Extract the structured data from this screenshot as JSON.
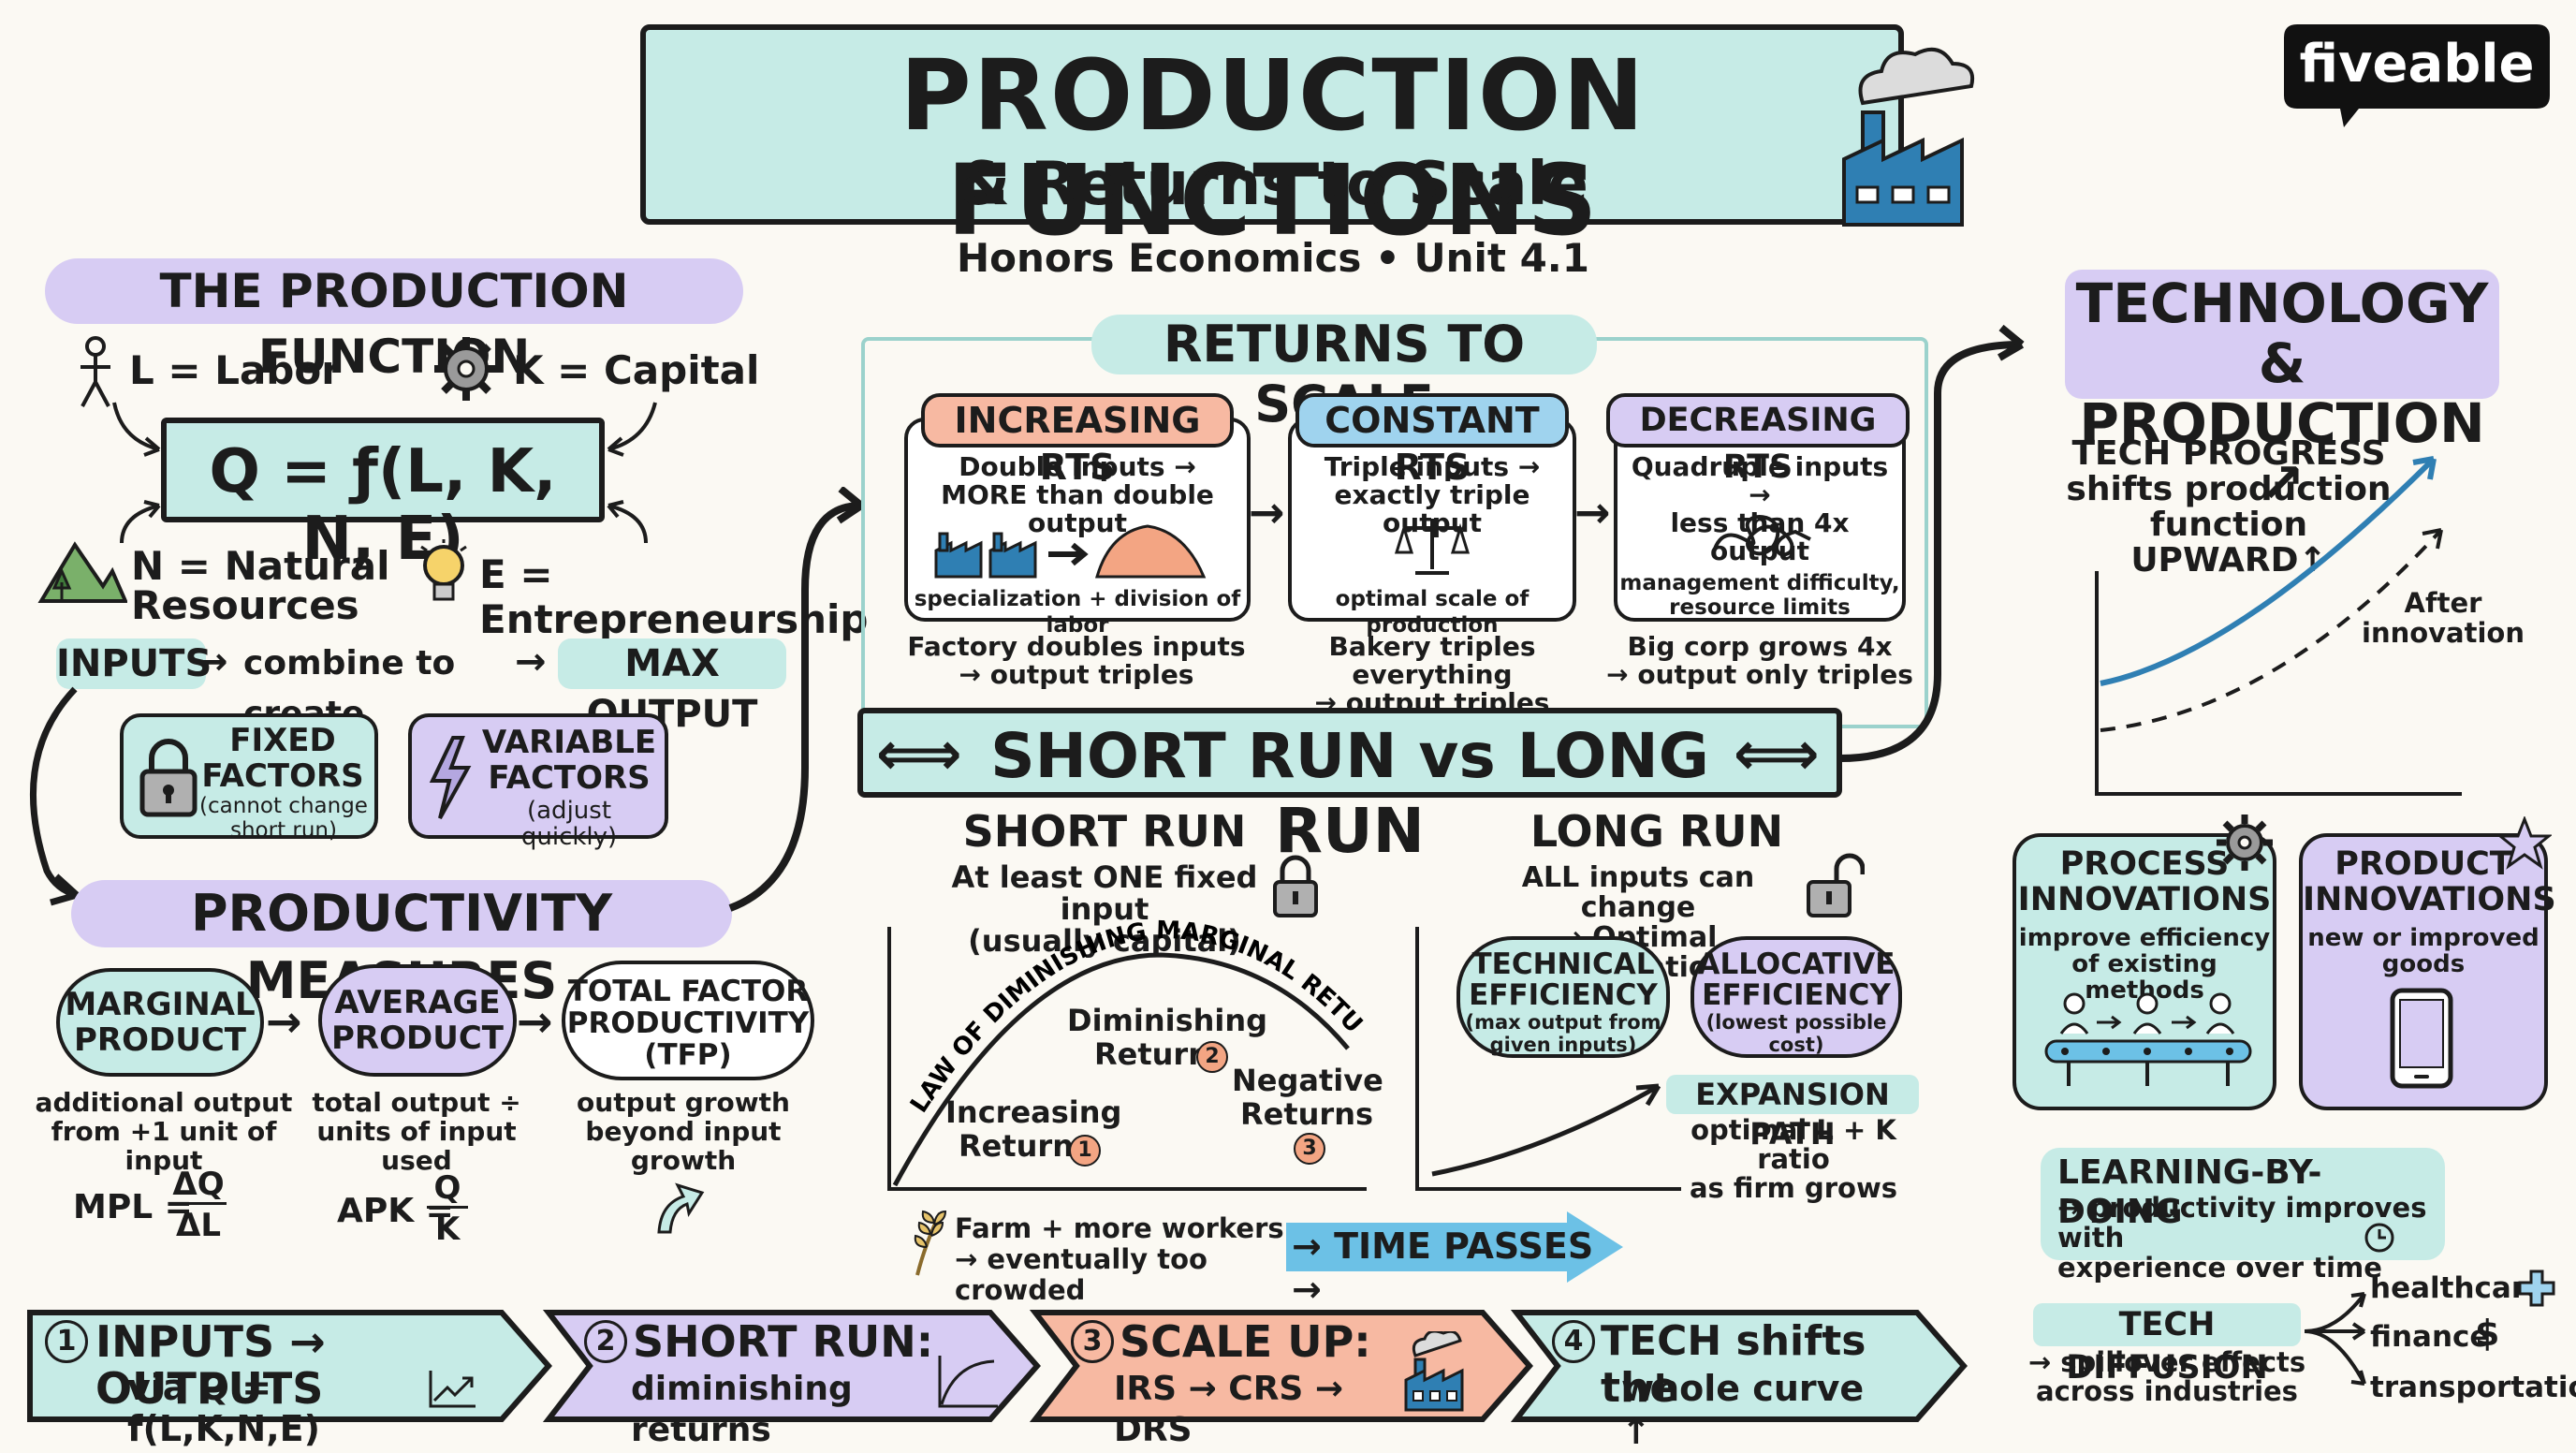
{
  "header": {
    "title": "PRODUCTION FUNCTIONS",
    "subtitle": "& Returns to Scale",
    "course": "Honors Economics • Unit 4.1",
    "brand": "fiveable"
  },
  "production_function": {
    "heading": "THE PRODUCTION FUNCTION",
    "labor": "L = Labor",
    "capital": "K = Capital",
    "formula": "Q = ƒ(L, K, N, E)",
    "natural": "N = Natural\nResources",
    "entre": "E = Entrepreneurship",
    "inputs_line": {
      "a": "INPUTS",
      "b": "combine to create",
      "c": "MAX OUTPUT"
    },
    "fixed": {
      "title": "FIXED\nFACTORS",
      "note": "(cannot change\nshort run)"
    },
    "variable": {
      "title": "VARIABLE\nFACTORS",
      "note": "(adjust quickly)"
    }
  },
  "productivity": {
    "heading": "PRODUCTIVITY MEASURES",
    "mp": {
      "title": "MARGINAL\nPRODUCT",
      "desc": "additional output\nfrom +1 unit of input",
      "formula_lhs": "MPL =",
      "num": "ΔQ",
      "den": "ΔL"
    },
    "ap": {
      "title": "AVERAGE\nPRODUCT",
      "desc": "total output ÷\nunits of input\nused",
      "formula_lhs": "APK =",
      "num": "Q",
      "den": "K"
    },
    "tfp": {
      "title": "TOTAL FACTOR\nPRODUCTIVITY\n(TFP)",
      "desc": "output growth\nbeyond input\ngrowth"
    }
  },
  "returns": {
    "heading": "RETURNS TO SCALE",
    "irs": {
      "title": "INCREASING RTS",
      "desc": "Double inputs →\nMORE than double output",
      "note": "specialization + division of labor",
      "example": "Factory doubles inputs\n→ output triples"
    },
    "crs": {
      "title": "CONSTANT RTS",
      "desc": "Triple inputs →\nexactly triple output",
      "note": "optimal scale of production",
      "example": "Bakery triples everything\n→ output triples"
    },
    "drs": {
      "title": "DECREASING RTS",
      "desc": "Quadruple inputs →\nless than 4x output",
      "note": "management difficulty,\nresource limits",
      "example": "Big corp grows 4x\n→ output only triples"
    }
  },
  "runs": {
    "banner": "SHORT RUN vs LONG RUN",
    "short": {
      "title": "SHORT RUN",
      "desc": "At least ONE fixed input\n(usually capital)",
      "curve_label": "LAW OF DIMINISHING MARGINAL RETURNS",
      "inc": "Increasing\nReturns",
      "dim": "Diminishing\nReturns",
      "neg": "Negative\nReturns",
      "n1": "1",
      "n2": "2",
      "n3": "3",
      "farm": "Farm + more workers\n→ eventually too crowded"
    },
    "long": {
      "title": "LONG RUN",
      "desc": "ALL inputs can change\n→ Optimal combinations",
      "tech": {
        "title": "TECHNICAL\nEFFICIENCY",
        "note": "(max output from\ngiven inputs)"
      },
      "alloc": {
        "title": "ALLOCATIVE\nEFFICIENCY",
        "note": "(lowest possible\ncost)"
      },
      "exp_title": "EXPANSION PATH",
      "exp_desc": "optimal L + K ratio\nas firm grows"
    },
    "time": "→ TIME PASSES →"
  },
  "technology": {
    "heading": "TECHNOLOGY &\nPRODUCTION ↗",
    "progress": "TECH PROGRESS\nshifts production\nfunction UPWARD↑",
    "after": "After\ninnovation",
    "process": {
      "title": "PROCESS\nINNOVATIONS",
      "desc": "improve efficiency\nof existing methods"
    },
    "product": {
      "title": "PRODUCT\nINNOVATIONS",
      "desc": "new or improved\ngoods"
    },
    "lbd": {
      "title": "LEARNING-BY-DOING",
      "desc": "→ productivity improves with\nexperience over time"
    },
    "diffusion": {
      "title": "TECH DIFFUSION",
      "desc": "→ spillover effects\nacross industries"
    },
    "industries": [
      "healthcare",
      "finance",
      "transportation"
    ]
  },
  "summary": [
    {
      "num": "1",
      "line1": "INPUTS → OUTPUTS",
      "line2": "via Q = f(L,K,N,E)"
    },
    {
      "num": "2",
      "line1": "SHORT RUN:",
      "line2": "diminishing returns"
    },
    {
      "num": "3",
      "line1": "SCALE UP:",
      "line2": "IRS → CRS → DRS"
    },
    {
      "num": "4",
      "line1": "TECH shifts the",
      "line2": "whole curve ↑"
    }
  ],
  "colors": {
    "mint": "#c6ebe6",
    "lavender": "#d7ccf3",
    "peach": "#f7b9a2",
    "blue": "#9fd3ee",
    "accent_blue": "#2f7fb3"
  }
}
